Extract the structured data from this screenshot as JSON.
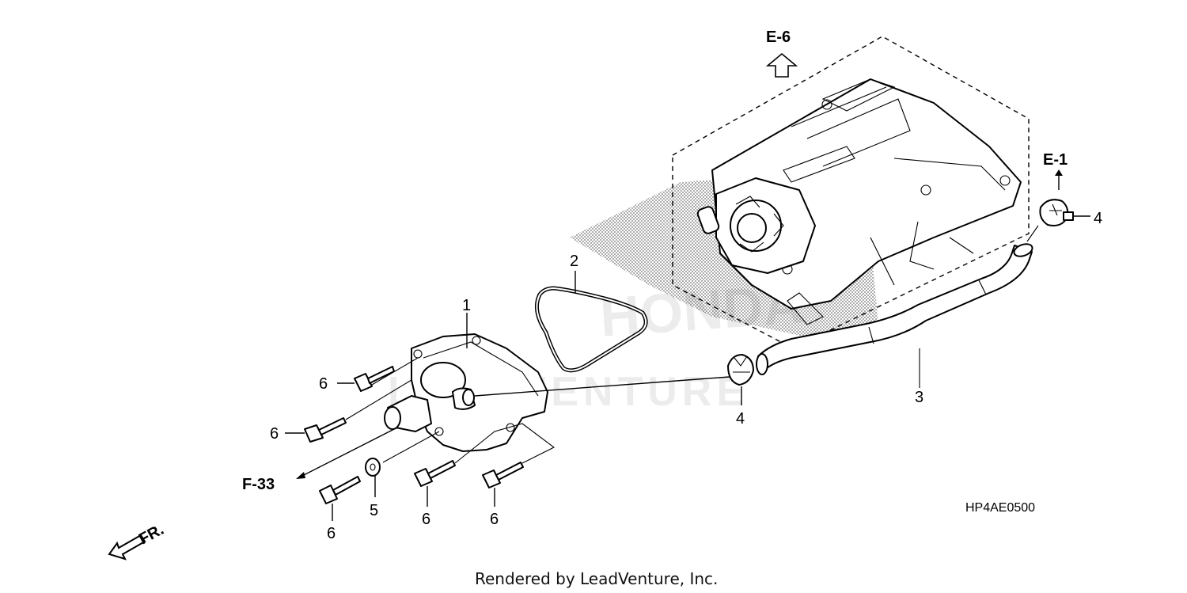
{
  "diagram_code": "HP4AE0500",
  "footer": "Rendered by LeadVenture, Inc.",
  "watermark": {
    "brand": "HONDA",
    "company": "LEADVENTURE"
  },
  "references": {
    "e6": "E-6",
    "e1": "E-1",
    "f33": "F-33",
    "front": "FR."
  },
  "callouts": {
    "p1": "1",
    "p2": "2",
    "p3": "3",
    "p4_clamp_top": "4",
    "p4_clamp_mid": "4",
    "p5": "5",
    "p6_a": "6",
    "p6_b": "6",
    "p6_c": "6",
    "p6_d": "6",
    "p6_e": "6"
  }
}
